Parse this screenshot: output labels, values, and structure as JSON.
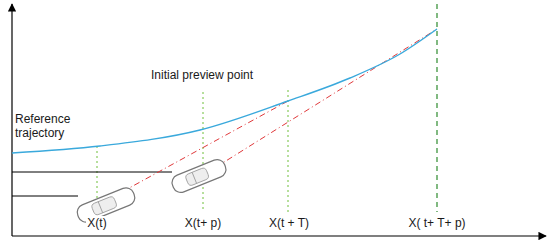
{
  "diagram": {
    "labels": [
      "Reference trajectory",
      "Initial preview point",
      "X(t)",
      "X(t+ p)",
      "X(t + T)",
      "X( t+ T+ p)"
    ]
  }
}
